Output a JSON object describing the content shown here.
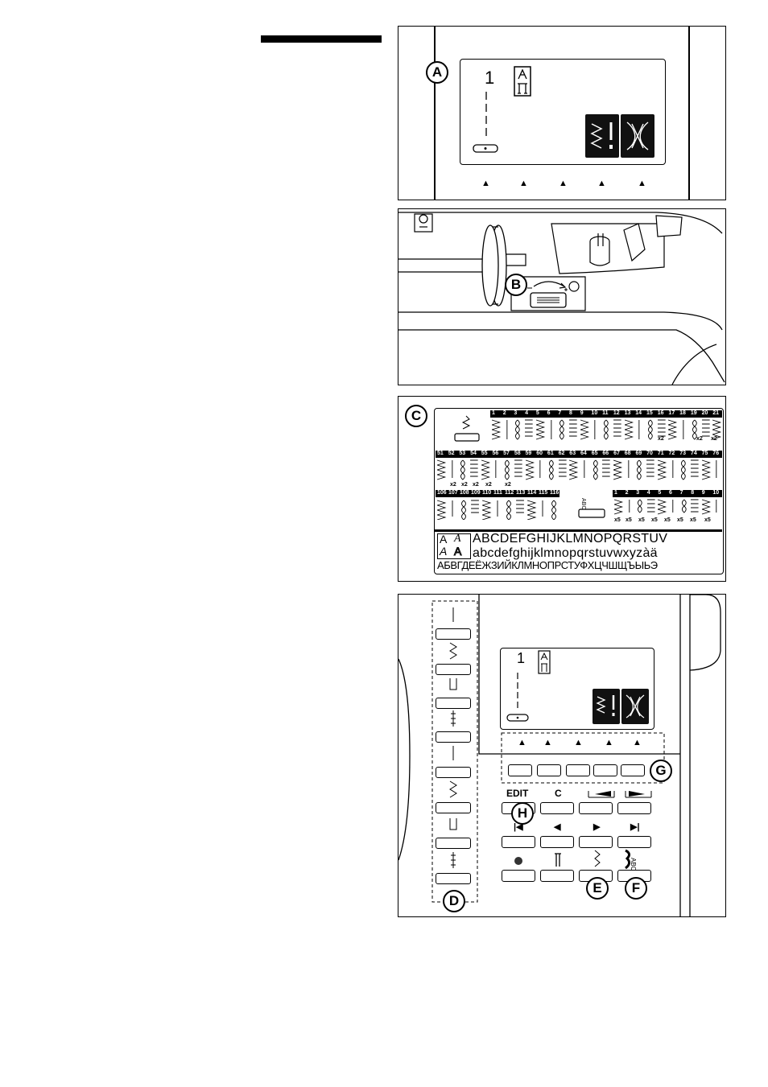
{
  "labels": {
    "a": "A",
    "b": "B",
    "c": "C",
    "d": "D",
    "e": "E",
    "f": "F",
    "g": "G",
    "h": "H"
  },
  "panel_a": {
    "lcd_pattern_number": "1"
  },
  "panel_c": {
    "row1_numbers": [
      "1",
      "2",
      "3",
      "4",
      "5",
      "6",
      "7",
      "8",
      "9",
      "10",
      "11",
      "12",
      "13",
      "14",
      "15",
      "16",
      "17",
      "18",
      "19",
      "20",
      "21"
    ],
    "row2_numbers": [
      "51",
      "52",
      "53",
      "54",
      "55",
      "56",
      "57",
      "58",
      "59",
      "60",
      "61",
      "62",
      "63",
      "64",
      "65",
      "66",
      "67",
      "68",
      "69",
      "70",
      "71",
      "72",
      "73",
      "74",
      "75",
      "76"
    ],
    "row3_numbers": [
      "106",
      "107",
      "108",
      "109",
      "110",
      "111",
      "112",
      "113",
      "114",
      "115",
      "116"
    ],
    "row3_right_numbers": [
      "1",
      "2",
      "3",
      "4",
      "5",
      "6",
      "7",
      "8",
      "9",
      "10"
    ],
    "multipliers_x2": "x2",
    "multipliers_x5": "x5",
    "abc_label": "ABC",
    "uppercase": "ABCDEFGHIJKLMNOPQRSTUV",
    "lowercase": "abcdefghijklmnopqrstuvwxyzàä",
    "cyrillic": "АБВГДЕЁЖЗИЙКЛМНОПРСТУФХЦЧШЩЪЫЬЭ"
  },
  "panel_d": {
    "lcd_pattern_number": "1",
    "edit_label": "EDIT",
    "clear_label": "C",
    "abc_label": "ABC"
  }
}
